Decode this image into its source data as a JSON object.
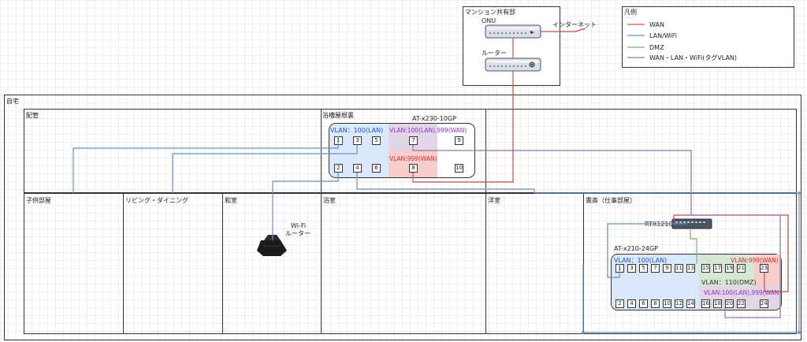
{
  "mansion": {
    "title": "マンション共有部",
    "onu": "ONU",
    "internet": "インターネット",
    "router": "ルーター"
  },
  "legend": {
    "title": "凡例",
    "items": [
      {
        "label": "WAN",
        "color": "#d9534f"
      },
      {
        "label": "LAN/WiFi",
        "color": "#6c8ebf"
      },
      {
        "label": "DMZ",
        "color": "#82b366"
      },
      {
        "label": "WAN・LAN・WiFi(タグVLAN)",
        "color": "#9673a6"
      }
    ]
  },
  "home": {
    "title": "自宅",
    "piping": "配管",
    "ceiling": "浴槽屋根裏",
    "rooms": {
      "kids": "子供部屋",
      "living": "リビング・ダイニング",
      "japanese": "和室",
      "bath": "浴室",
      "western": "洋室",
      "study": "書斎（仕事部屋）"
    }
  },
  "switch1": {
    "model": "AT-x230-10GP",
    "vlan_lan": "VLAN：100(LAN)",
    "vlan_trunk": "VLAN:100(LAN),999(WAN)",
    "vlan_wan": "VLAN:999(WAN)",
    "ports_top": [
      "1",
      "3",
      "5",
      "7",
      "9"
    ],
    "ports_bottom": [
      "2",
      "4",
      "6",
      "8",
      "10"
    ]
  },
  "wifi": {
    "line1": "Wi-Fi",
    "line2": "ルーター"
  },
  "rtx": {
    "label": "RTX1210"
  },
  "switch2": {
    "model": "AT-x210-24GP",
    "vlan_lan": "VLAN：100(LAN)",
    "vlan_wan": "VLAN:999(WAN)",
    "vlan_dmz": "VLAN：110(DMZ)",
    "vlan_trunk": "VLAN:100(LAN),999(WAN)",
    "ports_top": [
      "1",
      "3",
      "5",
      "7",
      "9",
      "11",
      "13",
      "15",
      "17",
      "19",
      "21",
      "23"
    ],
    "ports_bottom": [
      "2",
      "4",
      "6",
      "8",
      "10",
      "12",
      "14",
      "16",
      "18",
      "20",
      "22",
      "24"
    ]
  }
}
